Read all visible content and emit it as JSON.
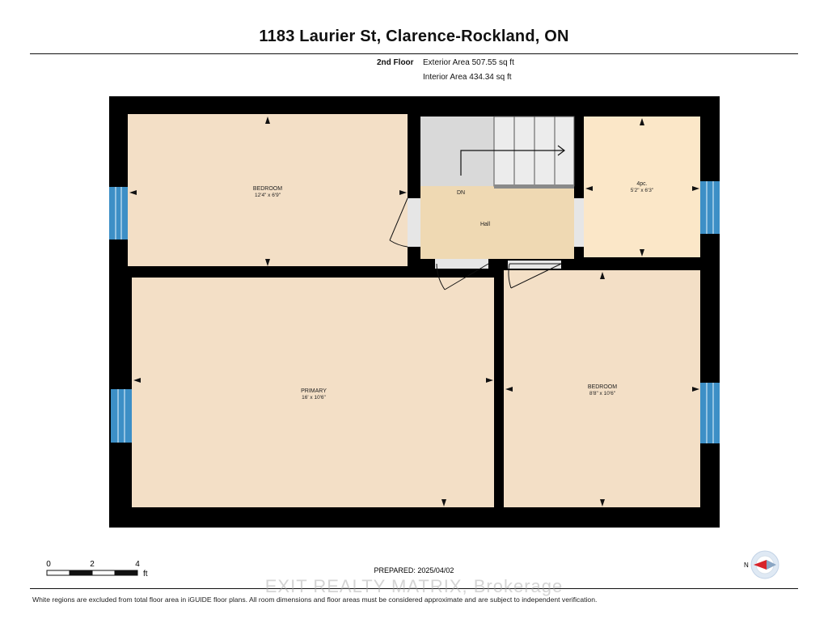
{
  "header": {
    "title": "1183 Laurier St, Clarence-Rockland, ON"
  },
  "floor_info": {
    "floor_label": "2nd Floor",
    "exterior_area": "Exterior Area 507.55 sq ft",
    "interior_area": "Interior Area 434.34 sq ft"
  },
  "rooms": {
    "bedroom_1": {
      "name": "BEDROOM",
      "dims": "12'4\" x 6'9\""
    },
    "bath": {
      "name": "4pc.",
      "dims": "5'2\" x 6'3\""
    },
    "hall": {
      "name": "Hall"
    },
    "stairs": {
      "label": "DN"
    },
    "primary": {
      "name": "PRIMARY",
      "dims": "16' x 10'6\""
    },
    "bedroom_2": {
      "name": "BEDROOM",
      "dims": "8'8\" x 10'6\""
    }
  },
  "scale_bar": {
    "labels": [
      "0",
      "2",
      "4"
    ],
    "unit": "ft"
  },
  "compass": {
    "label": "N"
  },
  "prepared": "PREPARED: 2025/04/02",
  "watermark": "EXIT REALTY MATRIX, Brokerage",
  "disclaimer": "White regions are excluded from total floor area in iGUIDE floor plans. All room dimensions and floor areas must be considered approximate and are subject to independent verification.",
  "colors": {
    "wall": "#000000",
    "room_fill": "#f3dfc6",
    "hall_fill": "#efd9b3",
    "bath_fill": "#fbe7c8",
    "stair_fill": "#d9d9d9",
    "window": "#3d8fc6"
  }
}
